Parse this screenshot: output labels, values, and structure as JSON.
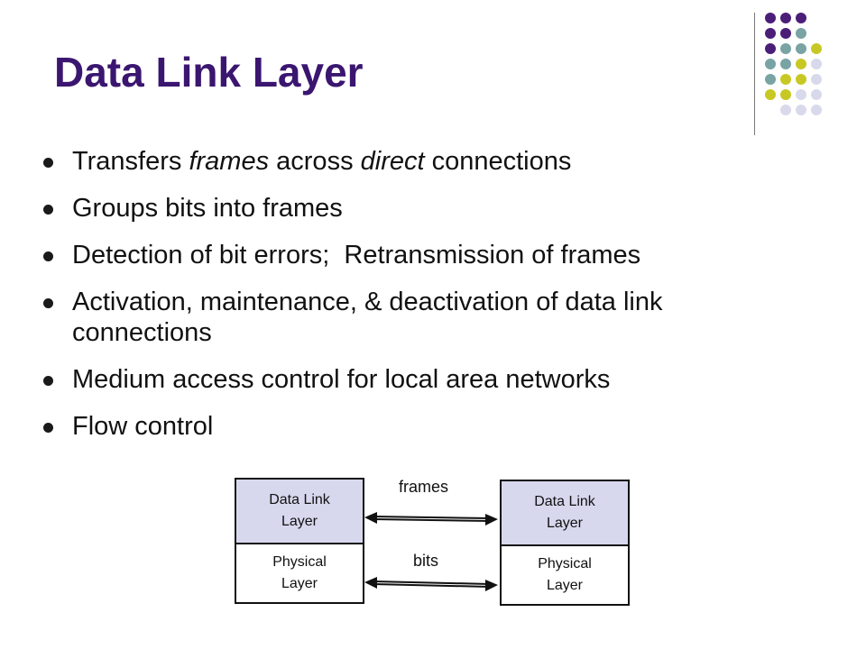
{
  "slide": {
    "title": "Data Link Layer",
    "bullets": [
      {
        "parts": [
          {
            "text": "Transfers ",
            "style": "normal"
          },
          {
            "text": "frames",
            "style": "italic"
          },
          {
            "text": " across ",
            "style": "normal"
          },
          {
            "text": "direct",
            "style": "italic"
          },
          {
            "text": " connections",
            "style": "normal"
          }
        ]
      },
      {
        "parts": [
          {
            "text": "Groups bits into frames",
            "style": "normal"
          }
        ]
      },
      {
        "parts": [
          {
            "text": "Detection of bit errors;  Retransmission of frames",
            "style": "normal"
          }
        ]
      },
      {
        "lines": [
          "Activation, maintenance, & deactivation of data link",
          "connections"
        ]
      },
      {
        "parts": [
          {
            "text": "Medium access control for local area networks",
            "style": "normal"
          }
        ]
      },
      {
        "parts": [
          {
            "text": "Flow control",
            "style": "normal"
          }
        ]
      }
    ]
  },
  "diagram": {
    "left_stack": {
      "data_link": [
        "Data Link",
        "Layer"
      ],
      "physical": [
        "Physical",
        "Layer"
      ]
    },
    "right_stack": {
      "data_link": [
        "Data Link",
        "Layer"
      ],
      "physical": [
        "Physical",
        "Layer"
      ]
    },
    "top_arrow_label": "frames",
    "bottom_arrow_label": "bits"
  },
  "decoration": {
    "colors": {
      "purple": "#4b1e78",
      "teal": "#7aa3a3",
      "olive": "#c8c824",
      "lavender": "#d9d9ec"
    },
    "dot_grid": [
      [
        "purple",
        "purple",
        "purple",
        ""
      ],
      [
        "purple",
        "purple",
        "teal",
        ""
      ],
      [
        "purple",
        "teal",
        "teal",
        "olive"
      ],
      [
        "teal",
        "teal",
        "olive",
        "lavender"
      ],
      [
        "teal",
        "olive",
        "olive",
        "lavender"
      ],
      [
        "olive",
        "olive",
        "lavender",
        "lavender"
      ],
      [
        "",
        "lavender",
        "lavender",
        "lavender"
      ]
    ]
  }
}
